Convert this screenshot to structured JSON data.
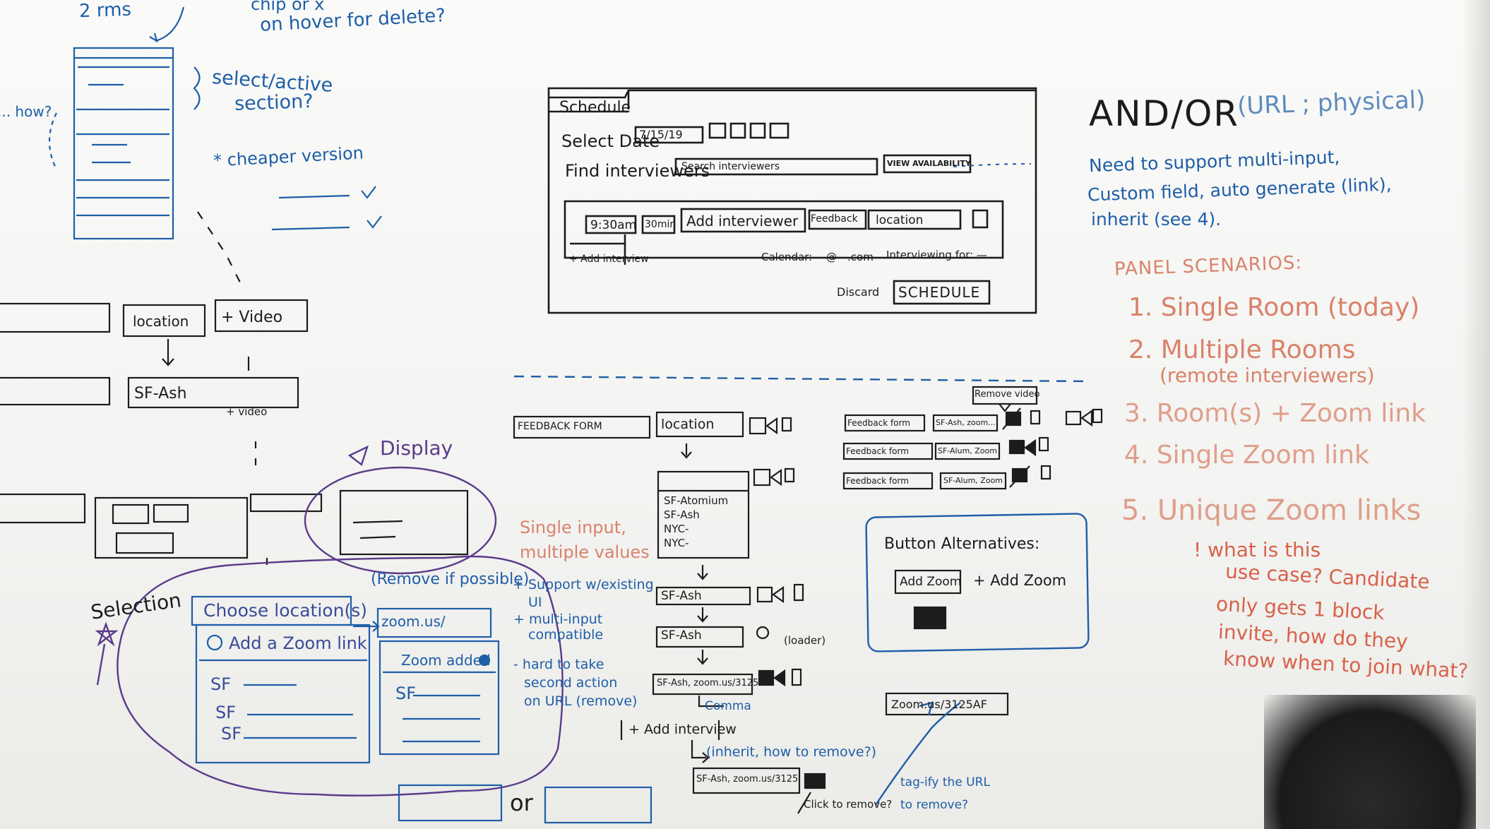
{
  "board": {
    "colors": {
      "black": "#1c1c1c",
      "blue": "#1e5ea8",
      "orange": "#d9826a",
      "purple": "#5b3b8a"
    }
  },
  "top_left_notes": {
    "rms": "2 rms",
    "chip_delete": "chip or x",
    "on_hover": "on hover for delete?",
    "select_active": "select/active",
    "section": "section?",
    "cheaper_version": "* cheaper version",
    "how": "... how?"
  },
  "schedule_mockup": {
    "tab": "Schedule",
    "select_date_label": "Select Date",
    "date_value": "7/15/19",
    "find_interviewers_label": "Find interviewers",
    "search_placeholder": "Search interviewers",
    "view_availability": "VIEW AVAILABILITY",
    "time": "9:30am",
    "duration": "30min",
    "add_interviewer": "Add interviewer",
    "feedback": "Feedback",
    "location": "location",
    "add_interview": "+ Add interview",
    "calendar": "Calendar: —@—.com",
    "interviewing_for": "Interviewing for: —",
    "discard": "Discard",
    "schedule_button": "SCHEDULE"
  },
  "and_or": {
    "title": "AND/OR",
    "subtitle": "(URL ; physical)",
    "note_line1": "Need to support multi-input,",
    "note_line2": "Custom field, auto generate (link),",
    "note_line3": "inherit (see 4)."
  },
  "panel_scenarios": {
    "heading": "PANEL SCENARIOS:",
    "items": [
      "1. Single Room (today)",
      "2. Multiple Rooms",
      "(remote interviewers)",
      "3. Room(s) + Zoom link",
      "4. Single Zoom link",
      "5. Unique Zoom links"
    ],
    "question_line1": "! what is this",
    "question_line2": "use case? Candidate",
    "question_line3": "only gets 1 block",
    "question_line4": "invite, how do they",
    "question_line5": "know when to join what?"
  },
  "left_flow": {
    "location": "location",
    "video": "+ Video",
    "sf_ash": "SF-Ash",
    "plus_video": "+ video",
    "display": "Display",
    "selection": "Selection",
    "choose_location": "Choose location(s)",
    "add_zoom_link": "Add a Zoom link",
    "sf_rows": [
      "SF",
      "SF",
      "SF"
    ],
    "remove_if_possible": "(Remove if possible)",
    "zoom_us": "zoom.us/",
    "zoom_added": "Zoom added",
    "sf_right": "SF",
    "or": "or"
  },
  "middle_flow": {
    "feedback_form": "FEEDBACK FORM",
    "location": "location",
    "list_items": [
      "SF-Atomium",
      "SF-Ash",
      "NYC-",
      "NYC-"
    ],
    "sf_ash_1": "SF-Ash",
    "sf_ash_2": "SF-Ash",
    "sf_ash_zoom": "SF-Ash, zoom.us/3125",
    "loader": "(loader)",
    "comma": "Comma",
    "add_interview": "+ Add interview",
    "inherit_note": "(inherit, how to remove?)",
    "sf_ash_zoom_2": "SF-Ash, zoom.us/3125",
    "click_to_remove": "Click to remove?",
    "single_input": "Single input,",
    "multiple_values": "multiple values",
    "support_existing": "+ Support w/existing",
    "ui": "UI",
    "multi_input": "+ multi-input",
    "compatible": "compatible",
    "hard_to_take": "- hard to take",
    "second_action": "second action",
    "on_url": "on URL (remove)"
  },
  "right_flow": {
    "remove_video": "Remove video",
    "feedback_form_rows": [
      "Feedback form",
      "Feedback form",
      "Feedback form"
    ],
    "sf_tags": [
      "SF-Ash, zoom...",
      "SF-Alum, Zoom",
      "SF-Alum, Zoom"
    ],
    "button_alternatives": "Button Alternatives:",
    "add_zoom_btn": "Add Zoom",
    "add_zoom_text": "+ Add Zoom",
    "zoom_tag": "Zoom.us/3125AF",
    "tagify": "tag-ify the URL",
    "to_remove": "to remove?"
  }
}
